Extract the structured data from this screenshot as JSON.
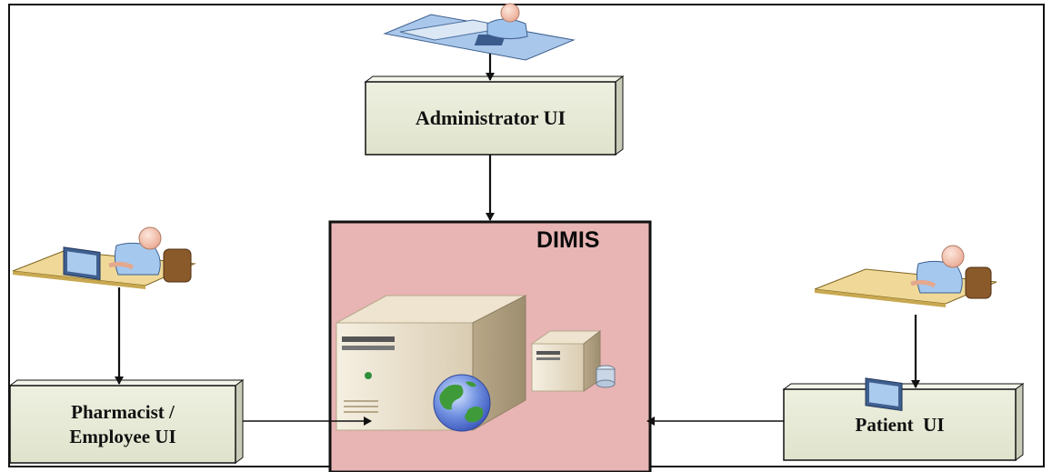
{
  "diagram": {
    "system": {
      "label": "DIMIS",
      "fill": "#e8b4b4"
    },
    "nodes": [
      {
        "id": "admin",
        "label": "Administrator UI"
      },
      {
        "id": "pharmacist",
        "label": "Pharmacist /\nEmployee UI"
      },
      {
        "id": "patient",
        "label": "Patient  UI"
      }
    ],
    "box_fill": "#e6ead6",
    "edges": [
      {
        "from": "admin-user",
        "to": "admin"
      },
      {
        "from": "admin",
        "to": "DIMIS"
      },
      {
        "from": "pharmacist-user",
        "to": "pharmacist"
      },
      {
        "from": "pharmacist",
        "to": "DIMIS"
      },
      {
        "from": "patient-user",
        "to": "patient"
      },
      {
        "from": "patient",
        "to": "DIMIS"
      }
    ],
    "icons": [
      "user-at-workstation-icon",
      "server-tower-icon",
      "database-server-icon",
      "globe-icon"
    ]
  }
}
